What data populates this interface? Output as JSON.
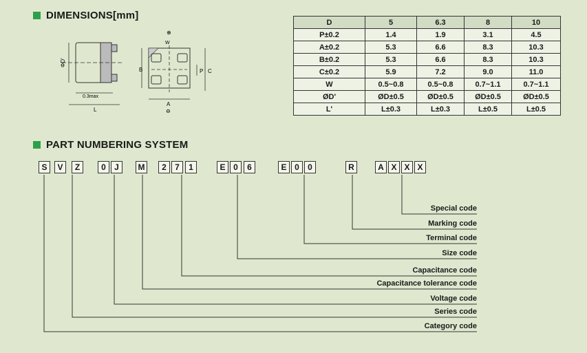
{
  "dimensions": {
    "title": "DIMENSIONS[mm]",
    "table": {
      "header": [
        "D",
        "5",
        "6.3",
        "8",
        "10"
      ],
      "rows": [
        [
          "P±0.2",
          "1.4",
          "1.9",
          "3.1",
          "4.5"
        ],
        [
          "A±0.2",
          "5.3",
          "6.6",
          "8.3",
          "10.3"
        ],
        [
          "B±0.2",
          "5.3",
          "6.6",
          "8.3",
          "10.3"
        ],
        [
          "C±0.2",
          "5.9",
          "7.2",
          "9.0",
          "11.0"
        ],
        [
          "W",
          "0.5~0.8",
          "0.5~0.8",
          "0.7~1.1",
          "0.7~1.1"
        ],
        [
          "ØD'",
          "ØD±0.5",
          "ØD±0.5",
          "ØD±0.5",
          "ØD±0.5"
        ],
        [
          "L'",
          "L±0.3",
          "L±0.3",
          "L±0.5",
          "L±0.5"
        ]
      ]
    },
    "drawing_labels": {
      "phi_d": "ΦD'",
      "max": "0.3max",
      "l": "L",
      "w": "W",
      "b": "B",
      "p": "P",
      "c": "C",
      "a": "A",
      "plus": "⊕",
      "minus": "⊖"
    }
  },
  "part_numbering": {
    "title": "PART NUMBERING SYSTEM",
    "boxes": [
      "S",
      "V",
      "Z",
      "0",
      "J",
      "M",
      "2",
      "7",
      "1",
      "E",
      "0",
      "6",
      "E",
      "0",
      "0",
      "R",
      "A",
      "X",
      "X",
      "X"
    ],
    "labels": [
      "Special code",
      "Marking code",
      "Terminal code",
      "Size code",
      "Capacitance code",
      "Capacitance tolerance code",
      "Voltage code",
      "Series code",
      "Category code"
    ]
  }
}
